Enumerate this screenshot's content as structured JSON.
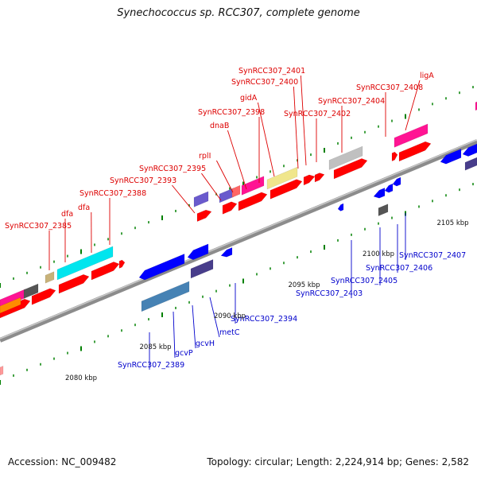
{
  "title": "Synechococcus sp. RCC307, complete genome",
  "footer": {
    "accession": "Accession: NC_009482",
    "topology": "Topology: circular; Length: 2,224,914 bp; Genes: 2,582"
  },
  "colors": {
    "forward_label": "#dd0000",
    "reverse_label": "#0000cc",
    "forward_gene": "#ff0000",
    "reverse_gene": "#0000ff",
    "backbone": "#8c8c8c",
    "tick": "#008000"
  },
  "scale": {
    "unit": "kbp",
    "ticks": [
      {
        "kbp": 2080,
        "label": "2080 kbp"
      },
      {
        "kbp": 2085,
        "label": "2085 kbp"
      },
      {
        "kbp": 2090,
        "label": "2090 kbp"
      },
      {
        "kbp": 2095,
        "label": "2095 kbp"
      },
      {
        "kbp": 2100,
        "label": "2100 kbp"
      },
      {
        "kbp": 2105,
        "label": "2105 kbp"
      }
    ]
  },
  "forward_labels": [
    "SynRCC307_2385",
    "dfa",
    "dfa",
    "SynRCC307_2388",
    "SynRCC307_2393",
    "SynRCC307_2395",
    "rplI",
    "dnaB",
    "SynRCC307_2398",
    "gidA",
    "SynRCC307_2400",
    "SynRCC307_2401",
    "SynRCC307_2402",
    "SynRCC307_2404",
    "SynRCC307_2408",
    "ligA"
  ],
  "reverse_labels": [
    "SynRCC307_2389",
    "gcvP",
    "gcvH",
    "metC",
    "SynRCC307_2394",
    "SynRCC307_2403",
    "SynRCC307_2405",
    "SynRCC307_2406",
    "SynRCC307_2407"
  ]
}
